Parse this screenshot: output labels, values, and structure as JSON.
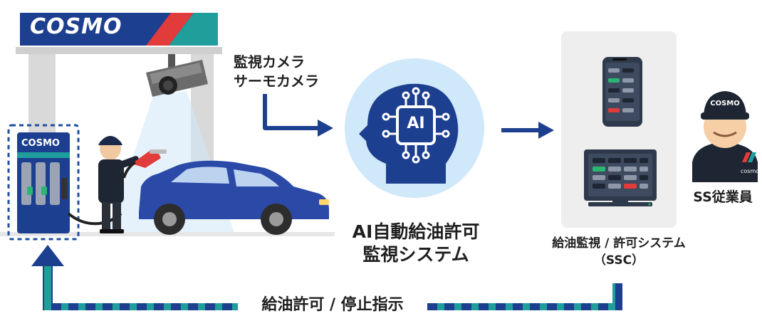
{
  "brand": {
    "logo_text": "COSMO",
    "pump_logo_text": "COSMO",
    "cap_logo_text": "COSMO",
    "shirt_logo_text": "cosmo"
  },
  "cameras": {
    "line1": "監視カメラ",
    "line2": "サーモカメラ"
  },
  "ai": {
    "chip_text": "AI",
    "line1": "AI自動給油許可",
    "line2": "監視システム"
  },
  "ssc": {
    "line1": "給油監視 / 許可システム",
    "line2": "（SSC）"
  },
  "staff": {
    "label": "SS従業員"
  },
  "feedback": {
    "label": "給油許可 / 停止指示"
  },
  "colors": {
    "navy": "#1d3f8f",
    "teal": "#1f9e9c",
    "red": "#e23b3b",
    "green": "#2bb673",
    "light_blue": "#cfe8fa",
    "gray_panel": "#eeeeee"
  }
}
